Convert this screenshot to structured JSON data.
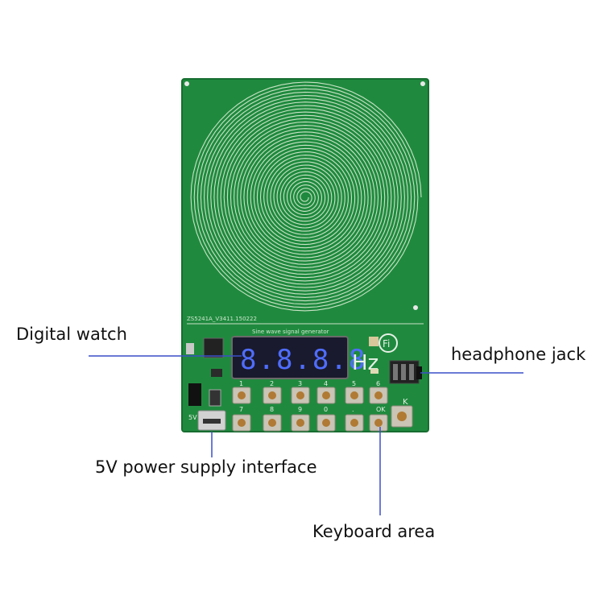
{
  "labels": {
    "digital_watch": "Digital watch",
    "headphone_jack": "headphone jack",
    "power_interface": "5V power supply interface",
    "keyboard_area": "Keyboard area"
  },
  "board": {
    "display_digits": "8.8.8.8",
    "unit_text": "Hz",
    "key_numbers_top": [
      "1",
      "2",
      "3",
      "4",
      "5",
      "6"
    ],
    "key_numbers_bottom": [
      "7",
      "8",
      "9",
      "0",
      ".",
      "OK"
    ],
    "extra_key_label": "K",
    "logo_text": "Fi",
    "silkscreen_title": "Sine wave signal generator",
    "silkscreen_id": "ZS5241A_V3411.150222",
    "power_label": "5V"
  },
  "colors": {
    "pcb": "#1f8a3e",
    "trace": "#c9e3c6",
    "display_bg": "#1a1a2e",
    "segment": "#4f6dff",
    "leader_line": "#3a4fc7"
  }
}
